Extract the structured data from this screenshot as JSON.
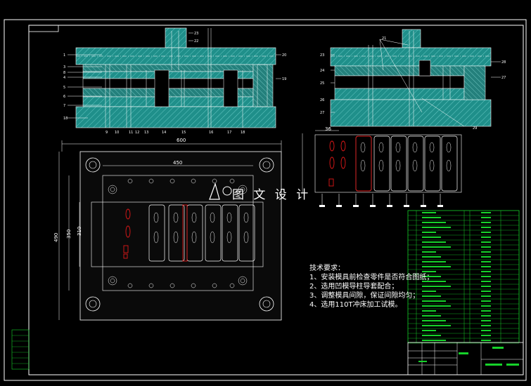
{
  "watermark": "图 文 设 计",
  "dimensions": {
    "overall_width": "600",
    "inner_width": "450",
    "overall_height": "490",
    "inner_height": "350",
    "mid_height": "310",
    "strip_width": "36"
  },
  "technical_notes": {
    "title": "技术要求：",
    "items": [
      "1、安装模具前检查零件是否符合图纸；",
      "2、选用凹模导柱导套配合；",
      "3、调整模具间隙，保证间隙均匀；",
      "4、选用110T冲床加工试模。"
    ]
  },
  "colors": {
    "background": "#000000",
    "frame": "#ffffff",
    "section_fill": "#1f8f8a",
    "hatch": "#66c8c4",
    "table_green": "#16d22a",
    "highlight_red": "#e01818",
    "line_white": "#ffffff"
  }
}
